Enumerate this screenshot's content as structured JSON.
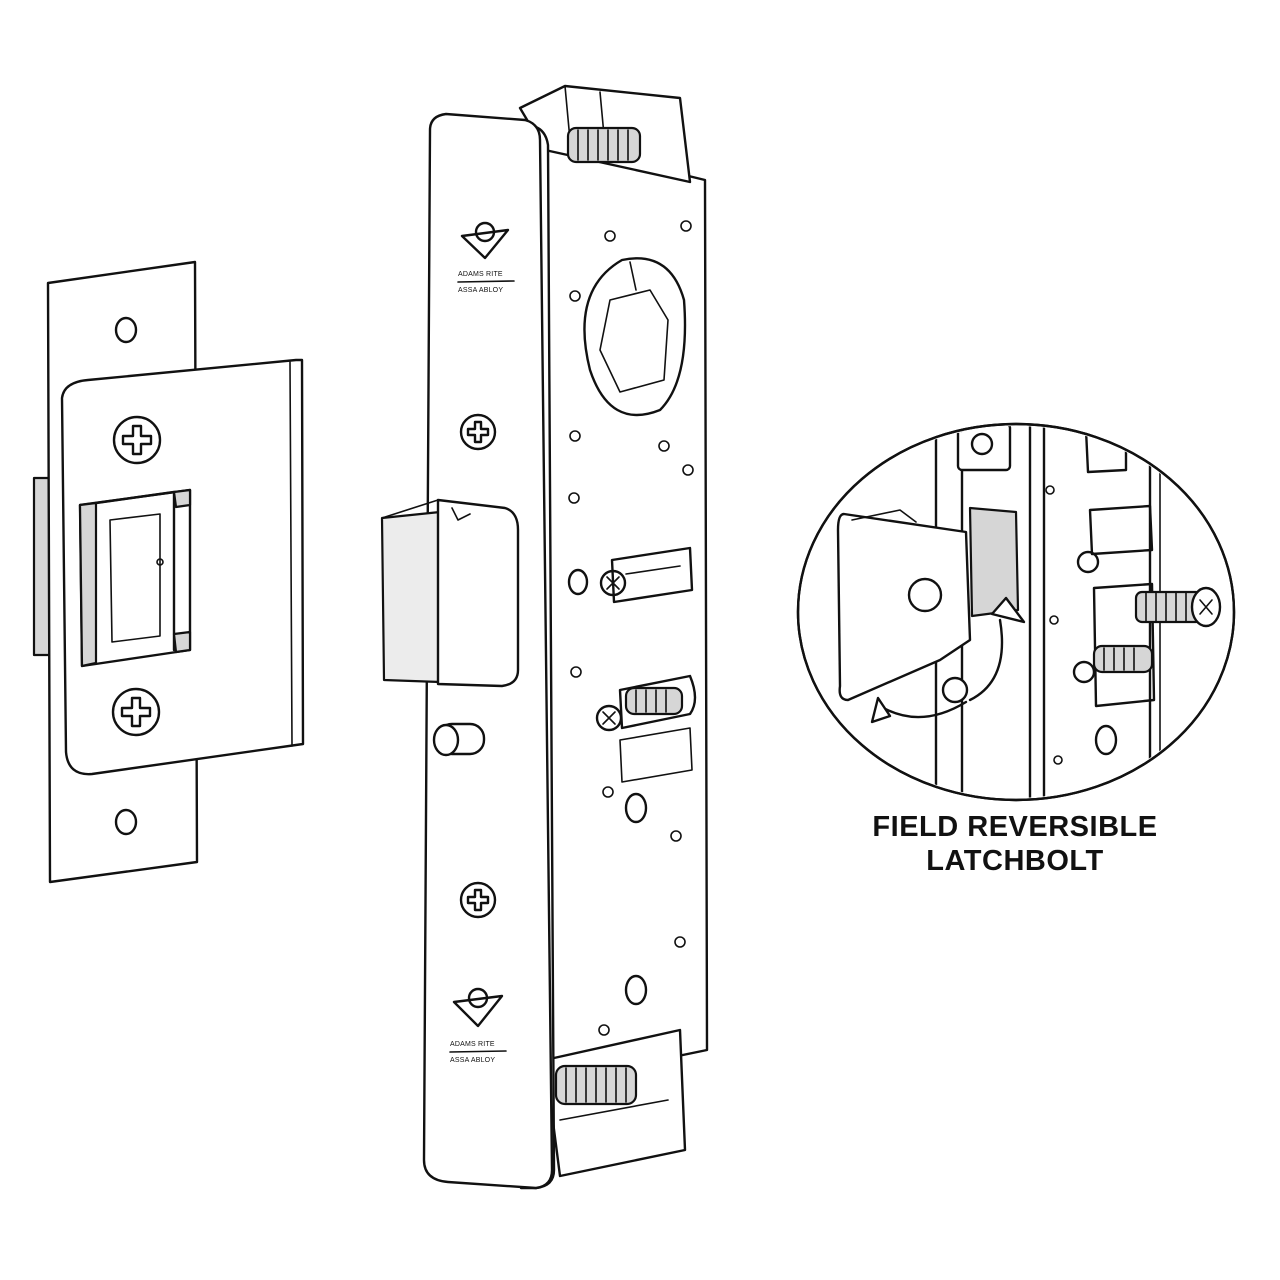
{
  "diagram": {
    "callout_caption": [
      "FIELD REVERSIBLE",
      "LATCHBOLT"
    ],
    "faceplate_brand": [
      "ADAMS RITE",
      "ASSA ABLOY"
    ],
    "colors": {
      "line": "#111111",
      "background": "#ffffff",
      "shade": "#d6d6d6"
    }
  }
}
